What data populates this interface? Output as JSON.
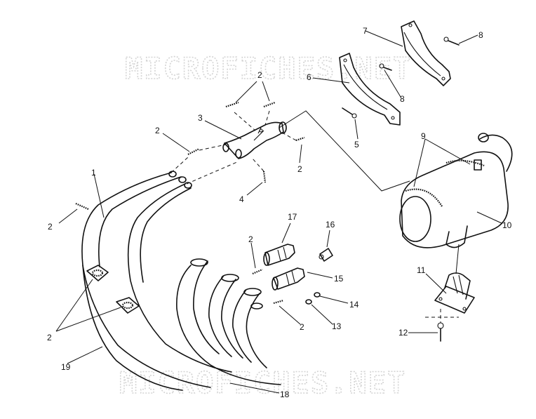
{
  "watermark": {
    "top": "MICROFICHES.NET",
    "bottom": "MICROFICHES.NET"
  },
  "callouts": {
    "c1": "1",
    "c2_top": "2",
    "c2_left_upper": "2",
    "c2_center": "2",
    "c2_far_left": "2",
    "c2_mid": "2",
    "c2_lower": "2",
    "c2_bottom_left": "2",
    "c3": "3",
    "c4": "4",
    "c5": "5",
    "c6": "6",
    "c7": "7",
    "c8_top": "8",
    "c8_mid": "8",
    "c9": "9",
    "c10": "10",
    "c11": "11",
    "c12": "12",
    "c13": "13",
    "c14": "14",
    "c15": "15",
    "c16": "16",
    "c17": "17",
    "c18": "18",
    "c19": "19"
  }
}
